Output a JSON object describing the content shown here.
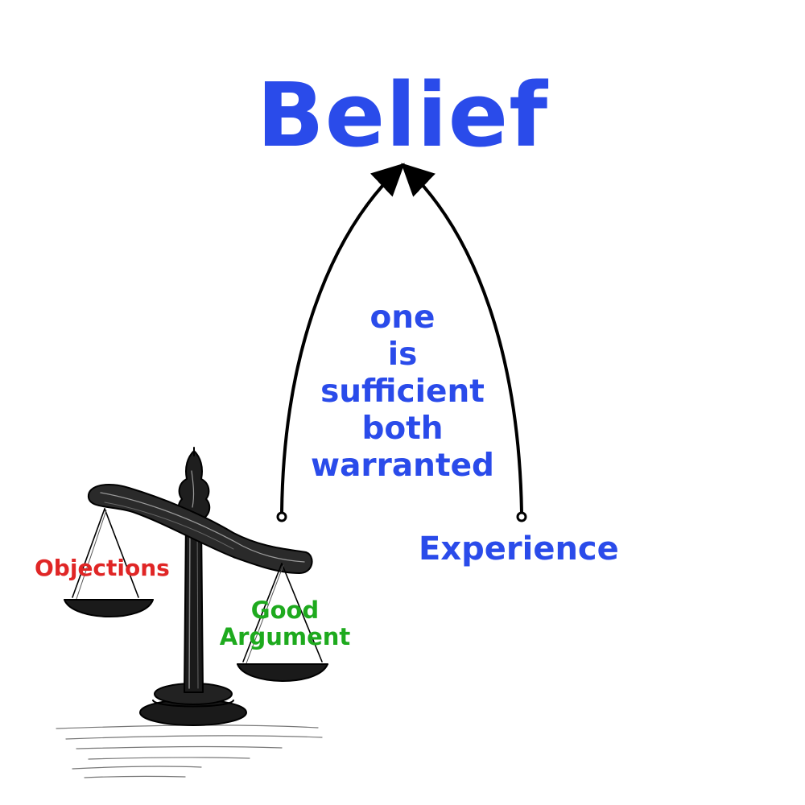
{
  "diagram": {
    "title": "Belief",
    "center_lines": [
      "one",
      "is",
      "sufficient",
      "both",
      "warranted"
    ],
    "experience": "Experience",
    "objections": "Objections",
    "good_argument": [
      "Good",
      "Argument"
    ],
    "scale_icon": "balance-scale-icon"
  },
  "colors": {
    "title": "#2a4bea",
    "center_text": "#2a4bea",
    "experience": "#2a4bea",
    "objections": "#e02626",
    "good_argument": "#1eaa1e",
    "line": "#000000"
  }
}
